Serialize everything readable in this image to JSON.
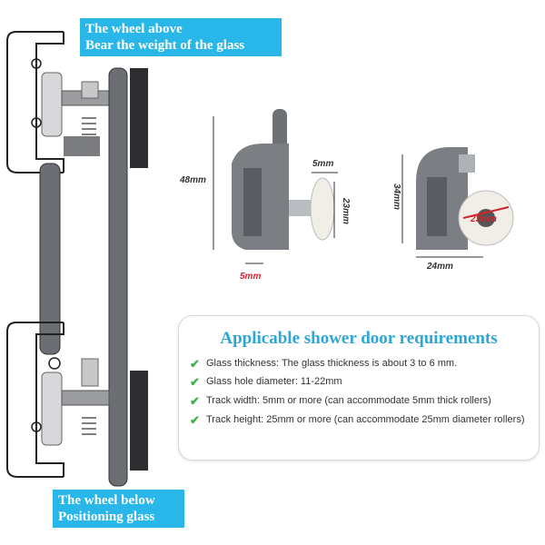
{
  "callouts": {
    "top_line1": "The wheel above",
    "top_line2": "Bear the weight of the glass",
    "bottom_line1": "The wheel below",
    "bottom_line2": "Positioning glass"
  },
  "dimensions": {
    "height_48": "48mm",
    "wheel_5": "5mm",
    "wheel_23": "23mm",
    "bottom_5": "5mm",
    "height_34": "34mm",
    "diameter_23": "23mm",
    "width_24": "24mm"
  },
  "requirements": {
    "title": "Applicable shower door requirements",
    "items": [
      "Glass thickness: The glass thickness is about 3 to 6 mm.",
      "Glass hole diameter: 11-22mm",
      "Track width: 5mm or more (can accommodate 5mm thick rollers)",
      "Track height: 25mm or more (can accommodate 25mm diameter rollers)"
    ]
  },
  "colors": {
    "callout_bg": "#29b6e8",
    "title_blue": "#2ea7d6",
    "check_green": "#39b54a",
    "dim_red": "#d0242b",
    "body_gray": "#6b6e73"
  }
}
